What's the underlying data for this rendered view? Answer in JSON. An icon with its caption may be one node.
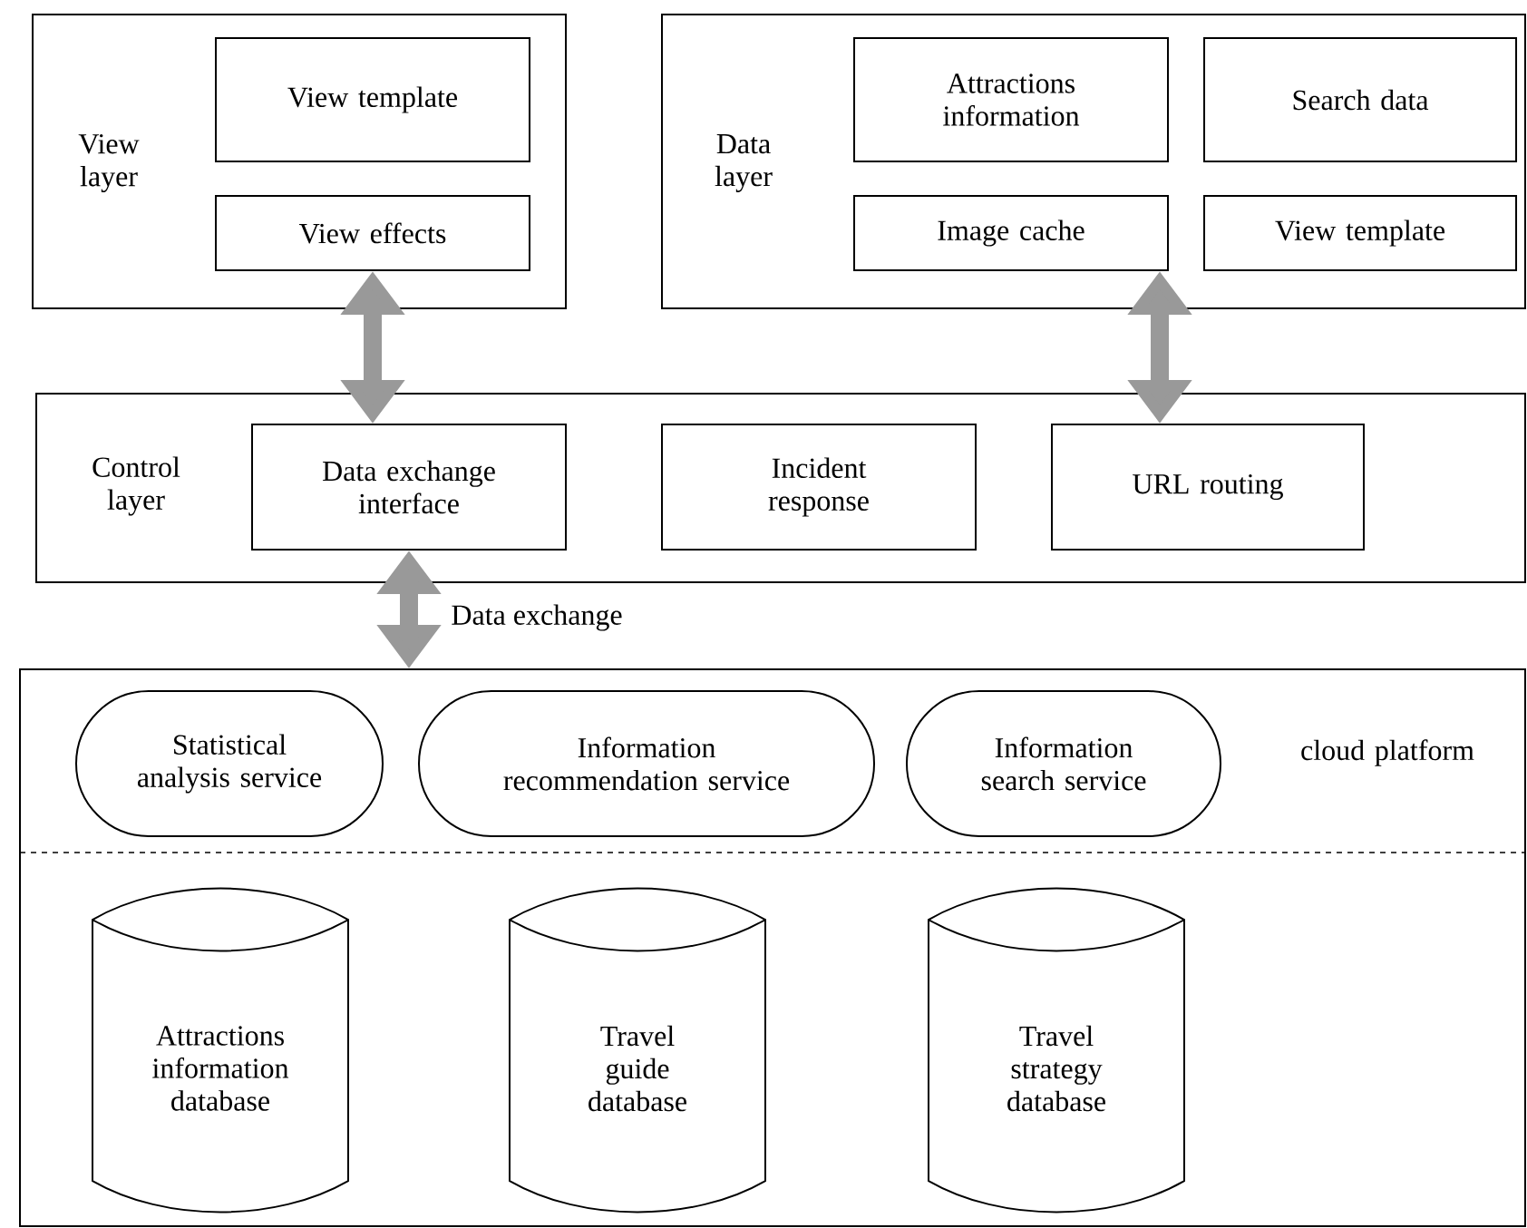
{
  "diagram": {
    "nodes": [
      {
        "text": [
          "View layer"
        ]
      },
      {
        "text": [
          "View template"
        ],
        "in": 0
      },
      {
        "text": [
          "View effects"
        ],
        "in": 0
      },
      {
        "text": [
          "Data layer"
        ]
      },
      {
        "text": [
          "Attractions information"
        ],
        "in": 3
      },
      {
        "text": [
          "Search data"
        ],
        "in": 3
      },
      {
        "text": [
          "Image cache"
        ],
        "in": 3
      },
      {
        "text": [
          "View template"
        ],
        "in": 3
      },
      {
        "text": [
          "Control layer"
        ]
      },
      {
        "text": [
          "Data exchange interface"
        ],
        "in": 8
      },
      {
        "text": [
          "Incident response"
        ],
        "in": 8
      },
      {
        "text": [
          "URL routing"
        ],
        "in": 8
      },
      {
        "text": [
          "cloud platform"
        ]
      },
      {
        "text": [
          "Statistical analysis service"
        ],
        "in": 12
      },
      {
        "text": [
          "Information recommendation service"
        ],
        "in": 12
      },
      {
        "text": [
          "Information search service"
        ],
        "in": 12
      },
      {
        "text": [
          "Attractions information database"
        ],
        "in": 12
      },
      {
        "text": [
          "Travel guide database"
        ],
        "in": 12
      },
      {
        "text": [
          "Travel strategy database"
        ],
        "in": 12
      }
    ],
    "edges": [
      {
        "from": 2,
        "to": 9,
        "arrow": "both"
      },
      {
        "from": 6,
        "to": 11,
        "arrow": "both"
      },
      {
        "from": 9,
        "to": 12,
        "arrow": "both",
        "label": "Data exchange"
      }
    ]
  }
}
